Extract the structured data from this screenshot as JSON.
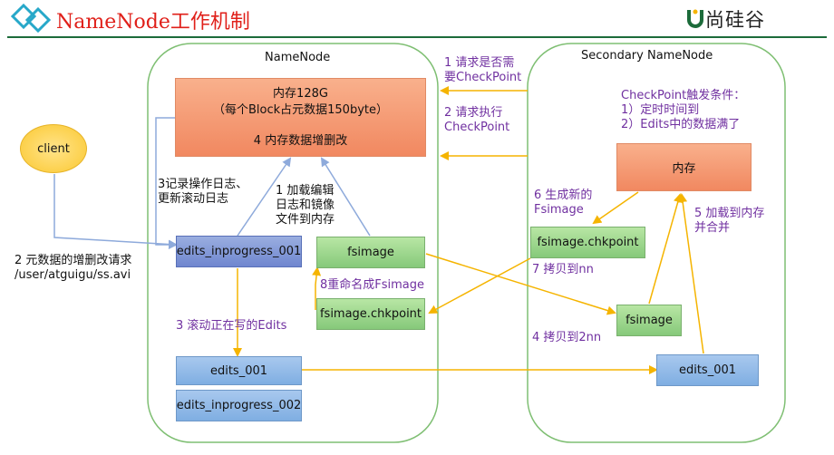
{
  "header": {
    "title": "NameNode工作机制",
    "logo_text": "尚硅谷"
  },
  "namenode": {
    "title": "NameNode",
    "memory_line1": "内存128G",
    "memory_line2": "（每个Block占元数据150byte）",
    "memory_line3": "4 内存数据增删改",
    "edits_inprogress_001": "edits_inprogress_001",
    "fsimage": "fsimage",
    "fsimage_chkpoint": "fsimage.chkpoint",
    "edits_001": "edits_001",
    "edits_inprogress_002": "edits_inprogress_002",
    "label_record_log": "3记录操作日志、\n更新滚动日志",
    "label_load": "1 加载编辑\n日志和镜像\n文件到内存",
    "label_rename": "8重命名成Fsimage",
    "label_roll": "3 滚动正在写的Edits"
  },
  "client": {
    "label": "client",
    "request": "2 元数据的增删改请求\n/user/atguigu/ss.avi"
  },
  "secondary": {
    "title": "Secondary NameNode",
    "trigger": "CheckPoint触发条件：\n1）定时时间到\n2）Edits中的数据满了",
    "memory": "内存",
    "label_new_fsimage": "6 生成新的\nFsimage",
    "fsimage_chkpoint": "fsimage.chkpoint",
    "label_copy_nn": "7 拷贝到nn",
    "label_load_merge": "5 加载到内存\n并合并",
    "fsimage": "fsimage",
    "label_copy_2nn": "4 拷贝到2nn",
    "edits_001": "edits_001"
  },
  "messages": {
    "ask_checkpoint": "1 请求是否需\n要CheckPoint",
    "exec_checkpoint": "2 请求执行\nCheckPoint"
  },
  "colors": {
    "title_red": "#e0201a",
    "arrow_orange": "#f5b400",
    "arrow_blue": "#8eaadb",
    "label_purple": "#7030a0",
    "frame_green": "#7fbf73"
  }
}
